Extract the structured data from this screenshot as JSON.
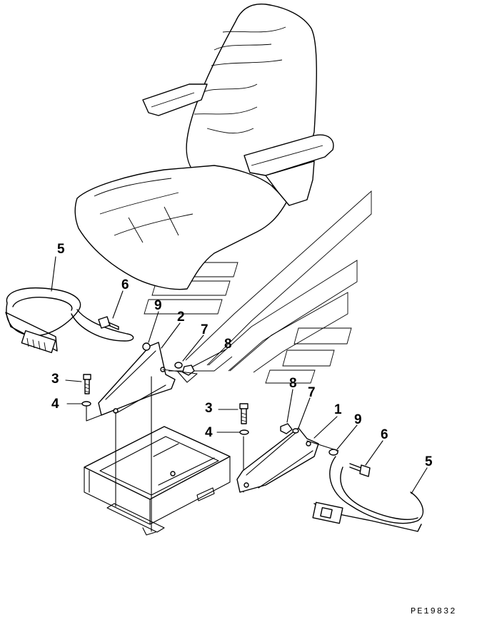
{
  "drawing_code": "PE19832",
  "callouts": {
    "c5_left": "5",
    "c6_left": "6",
    "c9_left": "9",
    "c2": "2",
    "c7_left": "7",
    "c8_left": "8",
    "c3_left": "3",
    "c4_left": "4",
    "c3_mid": "3",
    "c4_mid": "4",
    "c8_mid": "8",
    "c7_mid": "7",
    "c1": "1",
    "c9_right": "9",
    "c6_right": "6",
    "c5_right": "5"
  }
}
